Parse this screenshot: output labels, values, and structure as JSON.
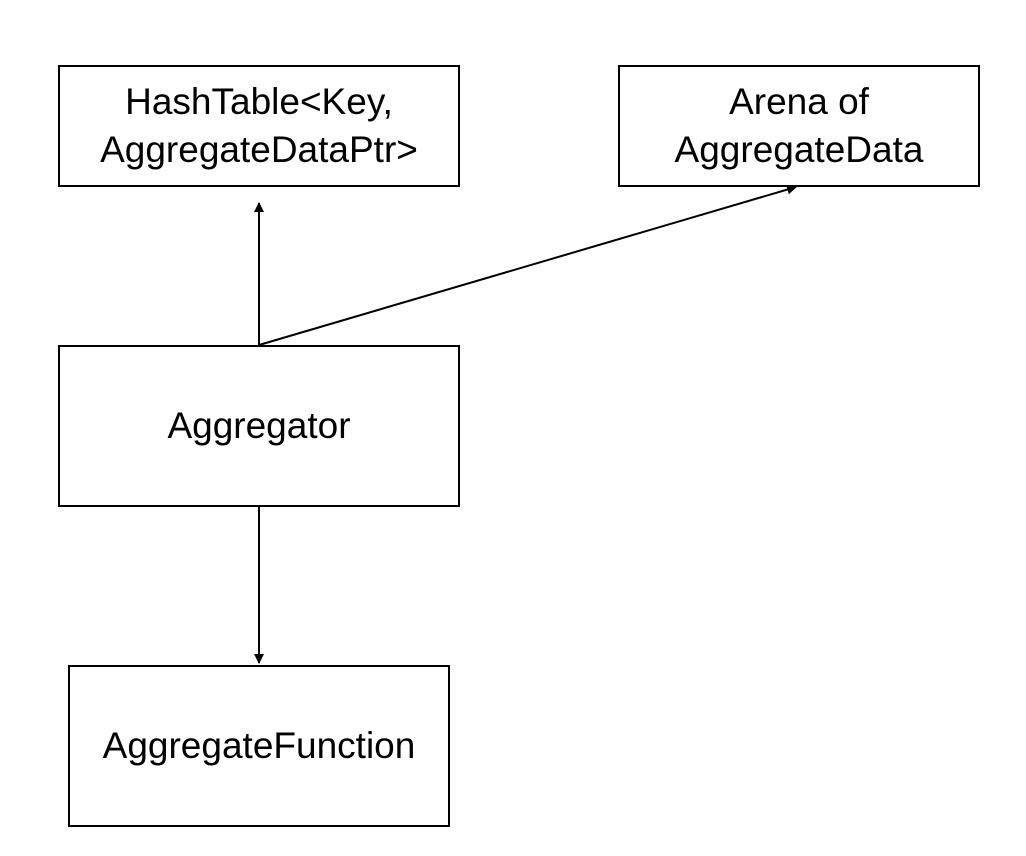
{
  "diagram": {
    "nodes": {
      "hashtable": {
        "lines": [
          "HashTable<Key,",
          "AggregateDataPtr>"
        ]
      },
      "arena": {
        "lines": [
          "Arena of",
          "AggregateData"
        ]
      },
      "aggregator": {
        "lines": [
          "Aggregator"
        ]
      },
      "aggregate_function": {
        "lines": [
          "AggregateFunction"
        ]
      }
    },
    "edges": [
      {
        "from": "Aggregator",
        "to": "HashTable<Key, AggregateDataPtr>"
      },
      {
        "from": "Aggregator",
        "to": "Arena of AggregateData"
      },
      {
        "from": "Aggregator",
        "to": "AggregateFunction"
      }
    ],
    "colors": {
      "stroke": "#000000",
      "fill": "#ffffff",
      "text": "#000000"
    }
  }
}
